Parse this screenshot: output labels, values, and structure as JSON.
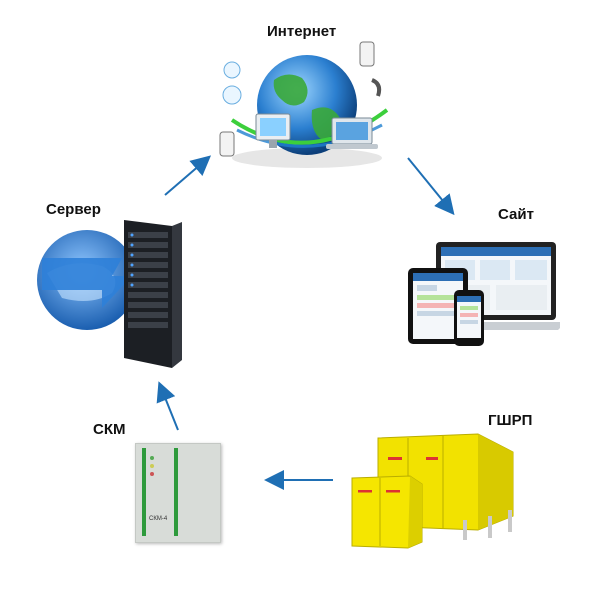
{
  "nodes": {
    "internet": {
      "label": "Интернет"
    },
    "site": {
      "label": "Сайт"
    },
    "server": {
      "label": "Сервер"
    },
    "skm": {
      "label": "СКМ",
      "device_text": "СКМ-4"
    },
    "gshrp": {
      "label": "ГШРП"
    }
  },
  "colors": {
    "arrow": "#1f6fb4",
    "globe": "#2b7fd0",
    "land": "#3aa83a",
    "server": "#1c1f24",
    "cabinet": "#f2e200",
    "skm_panel": "#d8dcd8",
    "skm_stripe": "#2e9a3c"
  },
  "icons": {
    "internet": "globe-with-devices-icon",
    "site": "devices-dashboard-icon",
    "server": "server-rack-globe-icon",
    "skm": "controller-box-icon",
    "gshrp": "gas-cabinet-icon"
  }
}
